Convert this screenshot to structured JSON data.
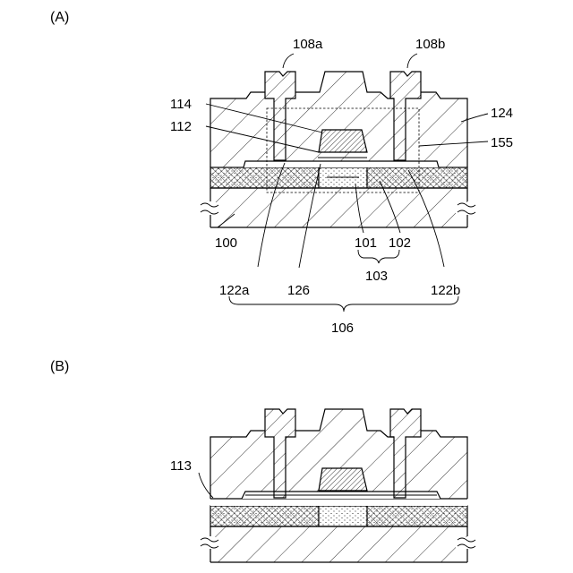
{
  "diagram": {
    "panel_a": {
      "title": "(A)",
      "labels": {
        "l108a": "108a",
        "l108b": "108b",
        "l114": "114",
        "l112": "112",
        "l124": "124",
        "l155": "155",
        "l100": "100",
        "l101": "101",
        "l102": "102",
        "l103": "103",
        "l122a": "122a",
        "l126": "126",
        "l122b": "122b",
        "l106": "106"
      }
    },
    "panel_b": {
      "title": "(B)",
      "labels": {
        "l113": "113"
      }
    }
  }
}
